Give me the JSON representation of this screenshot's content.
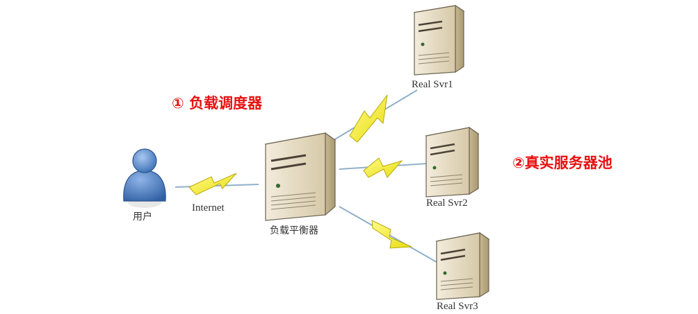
{
  "colors": {
    "annotation_red": "#e81010",
    "lightning_yellow": "#f2ec1a",
    "link_blue": "#8fb0cc",
    "server_beige": "#e6dcc6",
    "user_blue": "#5b8fd0"
  },
  "labels": {
    "user": "用户",
    "internet": "Internet",
    "load_balancer": "负载平衡器",
    "real_svr1": "Real Svr1",
    "real_svr2": "Real Svr2",
    "real_svr3": "Real Svr3"
  },
  "annotations": {
    "scheduler": "① 负载调度器",
    "server_pool": "②真实服务器池"
  },
  "icons": [
    "user-icon",
    "server-icon",
    "lightning-icon"
  ]
}
